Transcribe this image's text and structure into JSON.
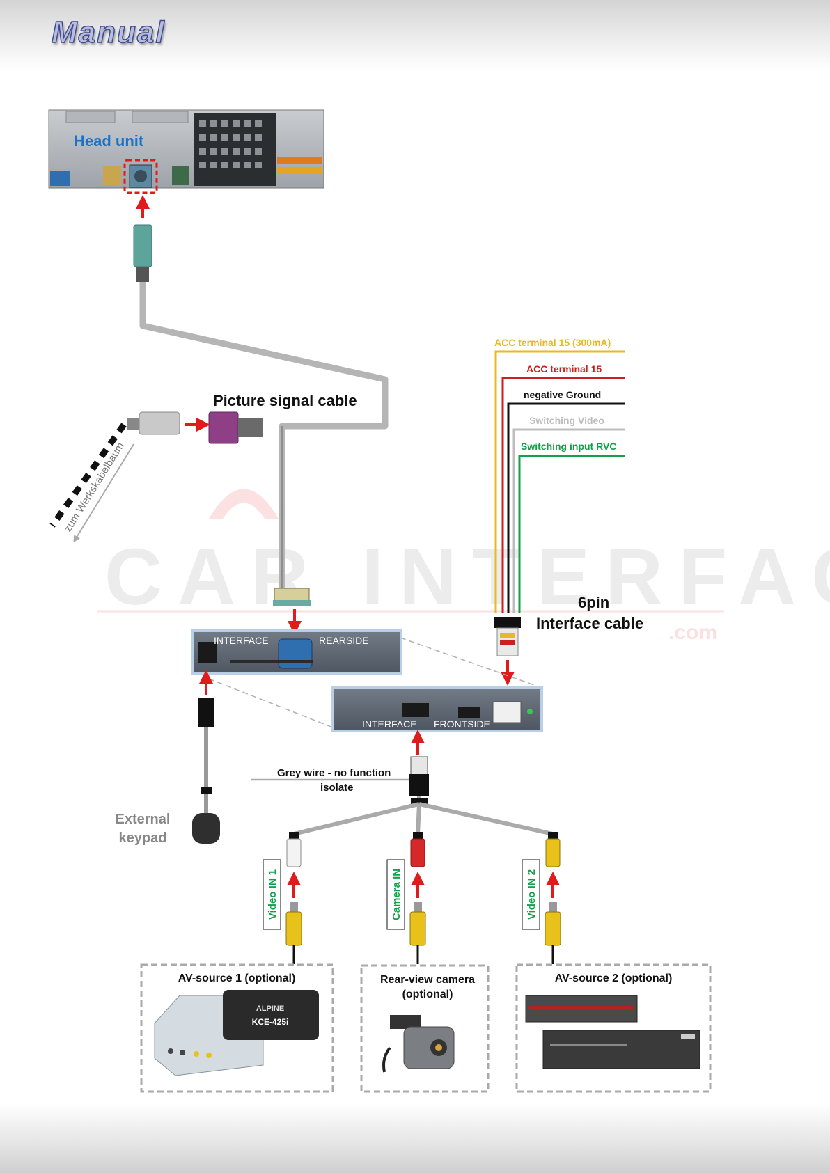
{
  "header": {
    "title": "Manual"
  },
  "watermark": {
    "text": "CAR INTERFACE",
    "suffix": ".com"
  },
  "head_unit": {
    "label": "Head unit"
  },
  "cables": {
    "picture_signal": "Picture signal cable",
    "werkskabelbaum": "zum Werkskabelbaum",
    "interface_cable_pins": "6pin",
    "interface_cable": "Interface cable"
  },
  "wires": [
    {
      "label": "ACC terminal 15 (300mA)",
      "color": "#e8b923"
    },
    {
      "label": "ACC terminal 15",
      "color": "#cc1f1f"
    },
    {
      "label": "negative Ground",
      "color": "#111111"
    },
    {
      "label": "Switching Video",
      "color": "#bdbdbd"
    },
    {
      "label": "Switching input RVC",
      "color": "#12a04a"
    }
  ],
  "interface": {
    "rear_left": "INTERFACE",
    "rear_right": "REARSIDE",
    "front_left": "INTERFACE",
    "front_right": "FRONTSIDE"
  },
  "keypad": {
    "line1": "External",
    "line2": "keypad"
  },
  "grey_wire": {
    "line1": "Grey wire - no function",
    "line2": "isolate"
  },
  "inputs": {
    "video1": "Video IN 1",
    "camera": "Camera IN",
    "video2": "Video IN 2"
  },
  "sources": {
    "av1": "AV-source 1 (optional)",
    "camera_line1": "Rear-view camera",
    "camera_line2": "(optional)",
    "av2": "AV-source 2 (optional)",
    "kce_brand": "ALPINE",
    "kce_model": "KCE-425i"
  },
  "colors": {
    "arrow": "#e01b1b",
    "cable": "#b5b5b5",
    "green_label": "#12a04a",
    "head_unit_label": "#1a73c8"
  }
}
